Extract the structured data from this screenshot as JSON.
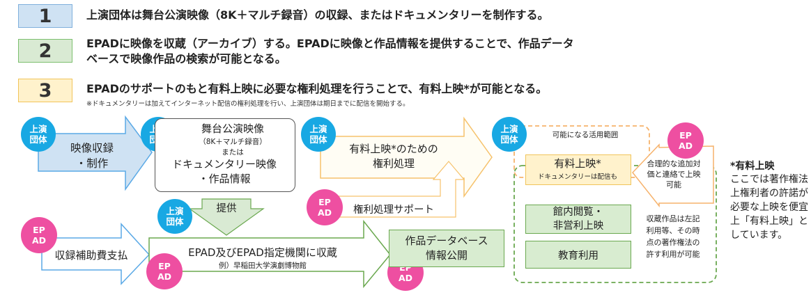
{
  "steps": [
    {
      "num": "1",
      "text": "上演団体は舞台公演映像（8K＋マルチ録音）の収録、またはドキュメンタリーを制作する。",
      "color": "#cfe2f3",
      "border": "#7fb0dc"
    },
    {
      "num": "2",
      "text_line1": "EPADに映像を収蔵（アーカイブ）する。EPADに映像と作品情報を提供することで、作品データ",
      "text_line2": "ベースで映像作品の検索が可能となる。",
      "color": "#d9ead3",
      "border": "#7cbf6e"
    },
    {
      "num": "3",
      "text": "EPADのサポートのもと有料上映に必要な権利処理を行うことで、有料上映*が可能となる。",
      "color": "#fff2cc",
      "border": "#f1c45a"
    }
  ],
  "note": "※ドキュメンタリーは加えてインターネット配信の権利処理を行い、上演団体は期日までに配信を開始する。",
  "badges": {
    "troupe": "上演\n団体",
    "epad": "EP\nAD"
  },
  "flow": {
    "recording": "映像収録\n・制作",
    "video_title": "舞台公演映像",
    "video_sub": "（8K＋マルチ録音）",
    "video_or": "または",
    "video_doc": "ドキュメンタリー映像\n・作品情報",
    "rights": "有料上映*のための\n権利処理",
    "rights_support": "権利処理サポート",
    "provide": "提供",
    "subsidy": "収録補助費支払",
    "archive_title": "EPAD及びEPAD指定機関に収蔵",
    "archive_sub": "例）早稲田大学演劇博物館",
    "database": "作品データベース\n情報公開",
    "scope_title": "可能になる活用範囲",
    "paid_screening": "有料上映*",
    "paid_screening_sub": "ドキュメンタリーは配信も",
    "contact": "合理的な追加対\n価と連絡で上映\n可能",
    "library": "館内閲覧・\n非営利上映",
    "education": "教育利用",
    "collection_note": "収蔵作品は左記\n利用等、その時\n点の著作権法の\n許す利用が可能"
  },
  "footnote": {
    "title": "*有料上映",
    "body": "ここでは著作権法上権利者の許諾が必要な上映を便宜上「有料上映」としています。"
  },
  "colors": {
    "blue_arrow": "#cfe2f3",
    "blue_stroke": "#5aa9e6",
    "green_fill": "#d9ead3",
    "green_stroke": "#6aa84f",
    "yellow_fill": "#fff2cc",
    "orange_stroke": "#f6b26b",
    "blue_badge": "#18a8e3",
    "pink_badge": "#ee4fa1"
  }
}
